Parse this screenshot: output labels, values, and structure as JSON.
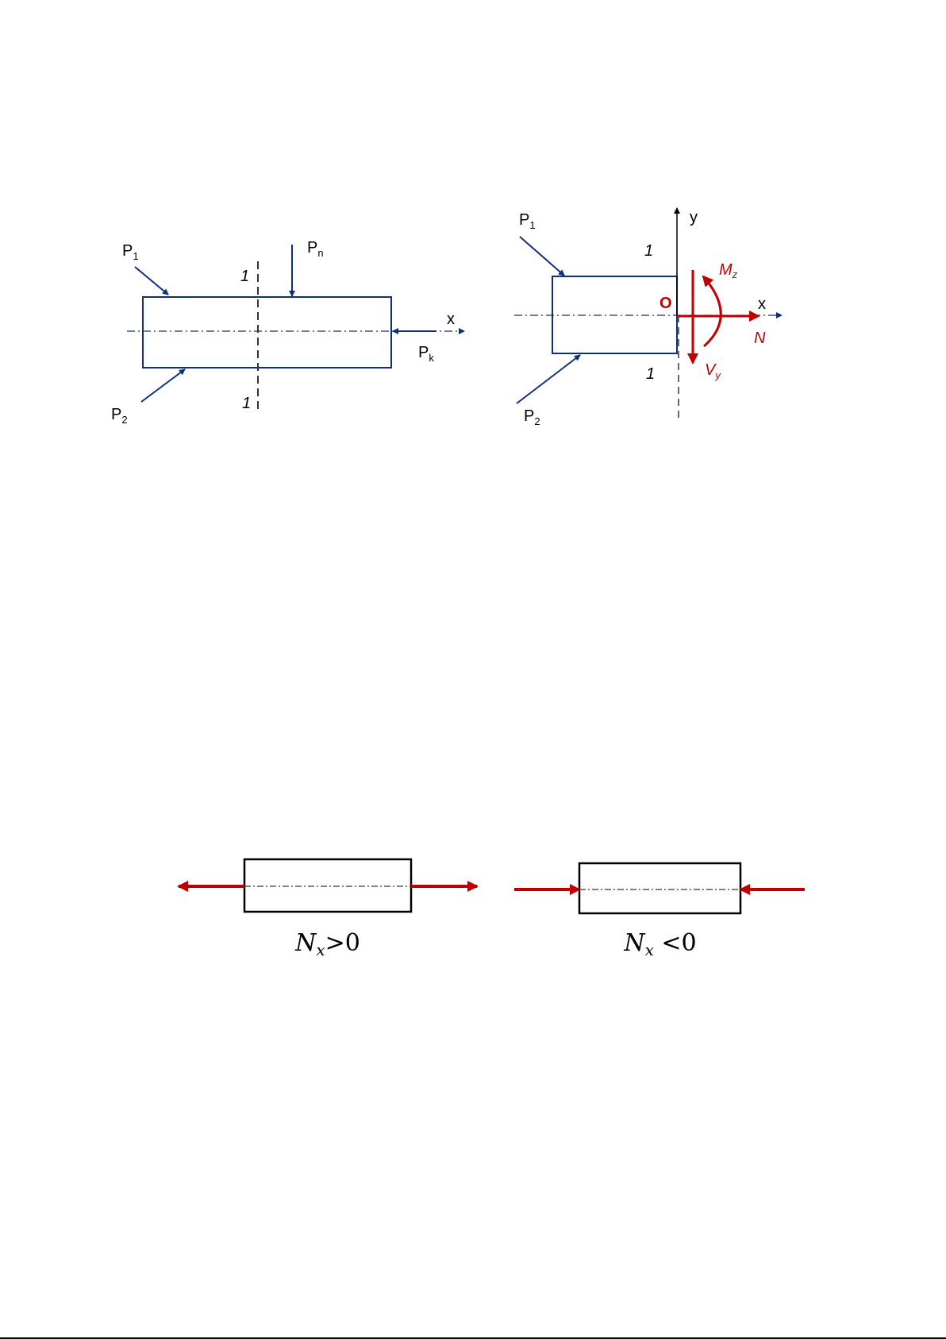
{
  "colors": {
    "structure": "#0d2f7e",
    "internal_force": "#c00000",
    "outline": "#000000"
  },
  "diagram_left": {
    "forces": [
      {
        "main": "P",
        "sub": "1"
      },
      {
        "main": "P",
        "sub": "2"
      },
      {
        "main": "P",
        "sub": "n"
      },
      {
        "main": "P",
        "sub": "k"
      }
    ],
    "axis_label": "x",
    "section_labels": [
      "1",
      "1"
    ]
  },
  "diagram_right": {
    "forces": [
      {
        "main": "P",
        "sub": "1"
      },
      {
        "main": "P",
        "sub": "2"
      }
    ],
    "axis_x_label": "x",
    "axis_y_label": "y",
    "origin_label": "O",
    "section_labels": [
      "1",
      "1"
    ],
    "internal": {
      "moment": {
        "main": "M",
        "sub": "z"
      },
      "normal": "N",
      "shear": {
        "main": "V",
        "sub": "y"
      }
    }
  },
  "sign_convention": {
    "tension": {
      "main": "N",
      "sub": "x",
      "rel": ">0"
    },
    "compression": {
      "main": "N",
      "sub": "x",
      "rel": " <0"
    }
  }
}
